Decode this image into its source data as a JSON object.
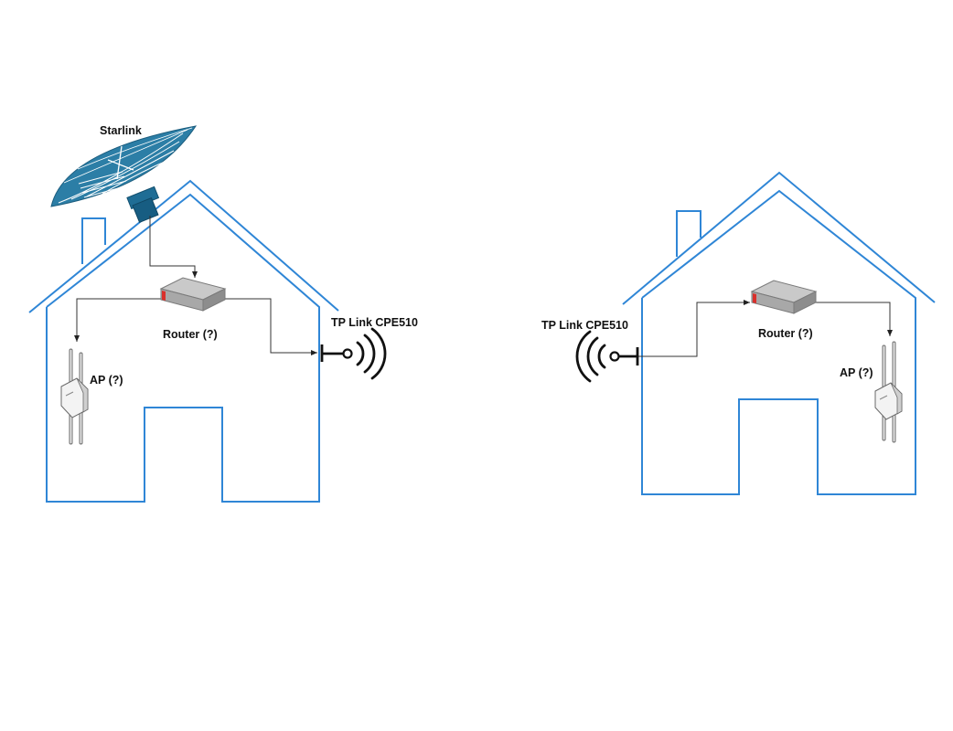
{
  "labels": {
    "starlink": "Starlink",
    "router_left": "Router (?)",
    "ap_left": "AP (?)",
    "cpe_left": "TP Link CPE510",
    "cpe_right": "TP Link CPE510",
    "router_right": "Router (?)",
    "ap_right": "AP (?)"
  },
  "colors": {
    "house_outline": "#2f86d6",
    "dish": "#2c7ea6",
    "router_accent": "#d9302c"
  }
}
